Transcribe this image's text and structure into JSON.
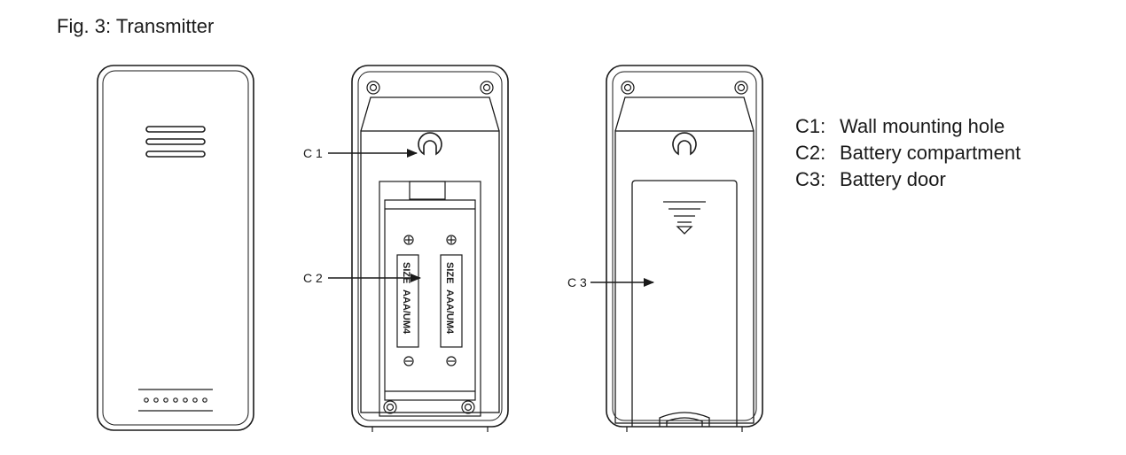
{
  "figure": {
    "title": "Fig. 3: Transmitter"
  },
  "callouts": {
    "c1": "C 1",
    "c2": "C 2",
    "c3": "C 3"
  },
  "legend": [
    {
      "code": "C1:",
      "text": "Wall mounting hole"
    },
    {
      "code": "C2:",
      "text": "Battery compartment"
    },
    {
      "code": "C3:",
      "text": "Battery door"
    }
  ],
  "battery": {
    "size_label": "SIZE",
    "type_label": "AAA/UM4"
  }
}
